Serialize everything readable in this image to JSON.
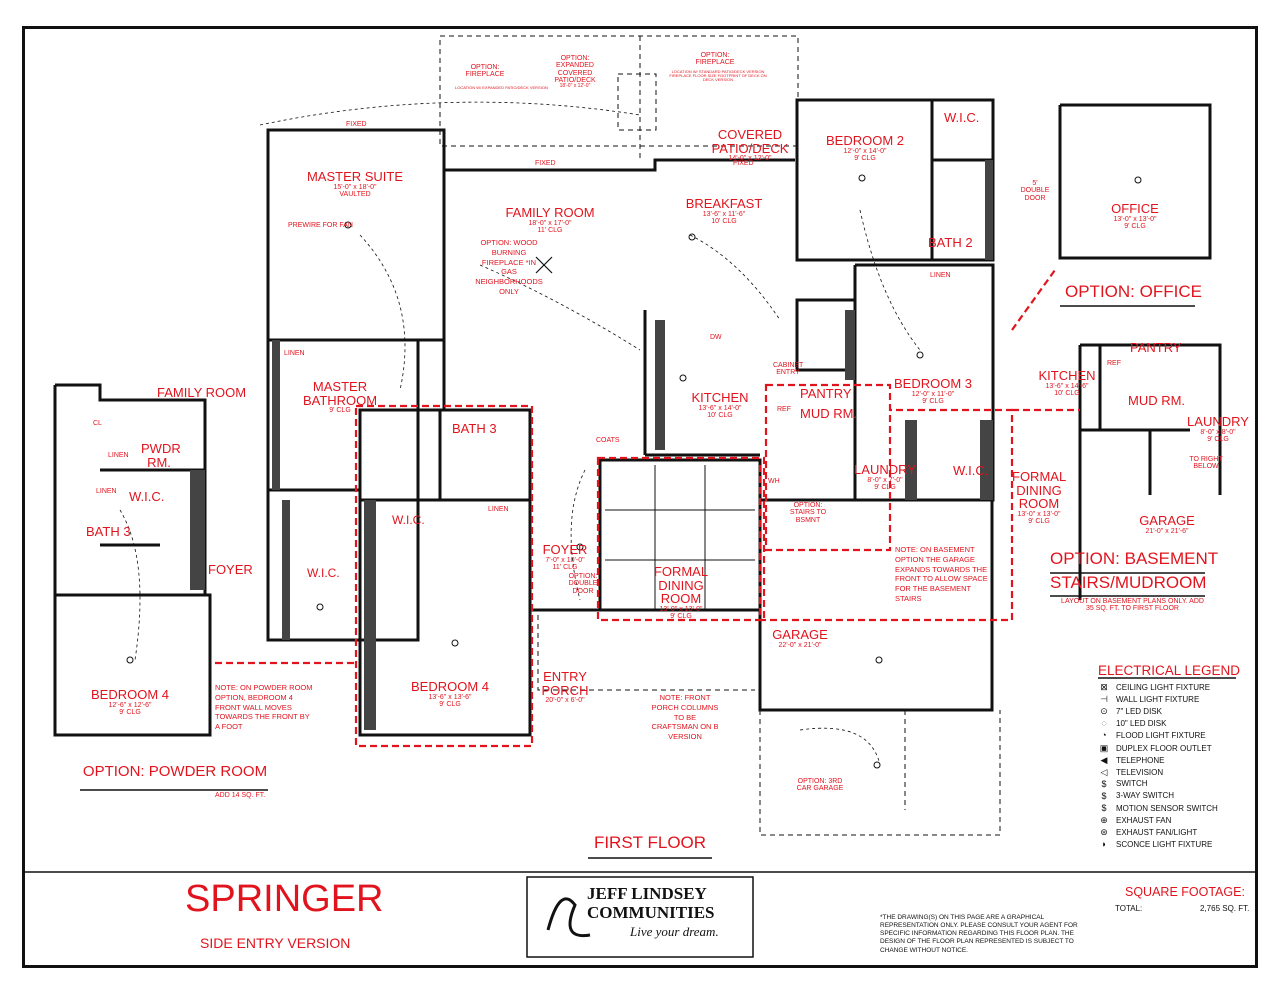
{
  "plan": {
    "model_name": "SPRINGER",
    "version": "SIDE ENTRY VERSION",
    "floor_title": "FIRST FLOOR"
  },
  "rooms": {
    "master_suite": {
      "name": "MASTER SUITE",
      "dim": "15'-0\" x 18'-0\"",
      "ceiling": "VAULTED"
    },
    "prewire_fan": "PREWIRE FOR FAN",
    "family_room": {
      "name": "FAMILY ROOM",
      "dim": "18'-0\" x 17'-0\"",
      "ceiling": "11' CLG"
    },
    "fireplace_note": "OPTION: WOOD BURNING FIREPLACE *IN GAS NEIGHBORHOODS ONLY",
    "breakfast": {
      "name": "BREAKFAST",
      "dim": "13'-6\" x 11'-6\"",
      "ceiling": "10' CLG"
    },
    "covered_patio": {
      "name": "COVERED PATIO/DECK",
      "dim": "14'-0\" x 12'-0\""
    },
    "bedroom2": {
      "name": "BEDROOM 2",
      "dim": "12'-0\" x 14'-0\"",
      "ceiling": "9' CLG"
    },
    "bath2": "BATH 2",
    "wic": "W.I.C.",
    "linen": "LINEN",
    "master_bathroom": {
      "name": "MASTER BATHROOM",
      "ceiling": "9' CLG"
    },
    "bath3": "BATH 3",
    "kitchen": {
      "name": "KITCHEN",
      "dim": "13'-6\" x 14'-0\"",
      "ceiling": "10' CLG"
    },
    "pantry": "PANTRY",
    "mud_rm": "MUD RM.",
    "laundry": {
      "name": "LAUNDRY",
      "dim": "8'-0\" x 7'-0\"",
      "ceiling": "9' CLG"
    },
    "bedroom3": {
      "name": "BEDROOM 3",
      "dim": "12'-0\" x 11'-0\"",
      "ceiling": "9' CLG"
    },
    "foyer": {
      "name": "FOYER",
      "dim": "7'-0\" x 10'-0\"",
      "ceiling": "11' CLG"
    },
    "formal_dining": {
      "name": "FORMAL DINING ROOM",
      "dim": "13'-0\" x 13'-0\"",
      "ceiling": "9' CLG"
    },
    "bedroom4": {
      "name": "BEDROOM 4",
      "dim": "13'-6\" x 13'-6\"",
      "ceiling": "9' CLG"
    },
    "entry_porch": {
      "name": "ENTRY PORCH",
      "dim": "20'-0\" x 6'-0\""
    },
    "garage": {
      "name": "GARAGE",
      "dim": "22'-0\" x 21'-0\""
    },
    "coats": "COATS",
    "cabinet_entry": "CABINET ENTRY",
    "ref": "REF",
    "dw": "DW",
    "cl": "CL",
    "fixed": "FIXED",
    "wh": "WH",
    "option_double_door": "OPTION: DOUBLE DOOR",
    "option_stairs": "OPTION: STAIRS TO BSMNT"
  },
  "options": {
    "fireplace_left": "OPTION: FIREPLACE",
    "fireplace_left_sub": "LOCATION W/ EXPANDED PATIO/DECK VERSION",
    "expanded_patio": "OPTION: EXPANDED COVERED PATIO/DECK",
    "expanded_patio_dim": "18'-0\" x 12'-0\"",
    "fireplace_right": "OPTION: FIREPLACE",
    "fireplace_right_sub": "LOCATION W/ STANDARD PATIO/DECK VERSION FIREPLACE FLOOR SIZE FOOTPRINT OF DECK ON DECK VERSION",
    "office_title": "OPTION: OFFICE",
    "office": {
      "name": "OFFICE",
      "dim": "13'-0\" x 13'-0\"",
      "ceiling": "9' CLG"
    },
    "office_door": "5' DOUBLE DOOR",
    "basement_title_1": "OPTION: BASEMENT",
    "basement_title_2": "STAIRS/MUDROOM",
    "basement_note": "LAYOUT ON BASEMENT PLANS ONLY. ADD 35 SQ. FT. TO FIRST FLOOR",
    "b_kitchen": {
      "name": "KITCHEN",
      "dim": "13'-6\" x 14'-6\"",
      "ceiling": "10' CLG"
    },
    "b_pantry": "PANTRY",
    "b_mud": "MUD RM.",
    "b_laundry": {
      "name": "LAUNDRY",
      "dim": "8'-0\" x 8'-0\"",
      "ceiling": "9' CLG"
    },
    "b_stairs": "TO RIGHT BELOW",
    "b_garage": {
      "name": "GARAGE",
      "dim": "21'-0\" x 21'-6\""
    },
    "b_formal_dining": {
      "name": "FORMAL DINING ROOM",
      "dim": "13'-0\" x 13'-0\"",
      "ceiling": "9' CLG"
    },
    "powder_title": "OPTION: POWDER ROOM",
    "powder_sub": "ADD 14 SQ. FT.",
    "p_family": "FAMILY ROOM",
    "p_pwdr": "PWDR RM.",
    "p_linen": "LINEN",
    "p_wic": "W.I.C.",
    "p_bath3": "BATH 3",
    "p_foyer": "FOYER",
    "p_bedroom4": {
      "name": "BEDROOM 4",
      "dim": "12'-6\" x 12'-6\"",
      "ceiling": "9' CLG"
    },
    "third_car": "OPTION: 3RD CAR GARAGE",
    "garage_note": "NOTE: ON BASEMENT OPTION THE GARAGE EXPANDS TOWARDS THE FRONT TO ALLOW SPACE FOR THE BASEMENT STAIRS",
    "powder_note": "NOTE: ON POWDER ROOM OPTION, BEDROOM 4 FRONT WALL MOVES TOWARDS THE FRONT BY A FOOT",
    "porch_note": "NOTE: FRONT PORCH COLUMNS TO BE CRAFTSMAN ON B VERSION"
  },
  "legend": {
    "title": "ELECTRICAL LEGEND",
    "items": [
      {
        "icon": "ceiling-light",
        "label": "CEILING LIGHT FIXTURE"
      },
      {
        "icon": "wall-light",
        "label": "WALL LIGHT FIXTURE"
      },
      {
        "icon": "led-7",
        "label": "7\" LED DISK"
      },
      {
        "icon": "led-10",
        "label": "10\" LED DISK"
      },
      {
        "icon": "flood-light",
        "label": "FLOOD LIGHT FIXTURE"
      },
      {
        "icon": "floor-outlet",
        "label": "DUPLEX FLOOR OUTLET"
      },
      {
        "icon": "telephone",
        "label": "TELEPHONE"
      },
      {
        "icon": "television",
        "label": "TELEVISION"
      },
      {
        "icon": "switch",
        "label": "SWITCH"
      },
      {
        "icon": "three-way-switch",
        "label": "3-WAY SWITCH"
      },
      {
        "icon": "motion-switch",
        "label": "MOTION SENSOR SWITCH"
      },
      {
        "icon": "exhaust-fan",
        "label": "EXHAUST FAN"
      },
      {
        "icon": "exhaust-fan-light",
        "label": "EXHAUST FAN/LIGHT"
      },
      {
        "icon": "sconce",
        "label": "SCONCE LIGHT FIXTURE"
      }
    ]
  },
  "footer": {
    "brand_line1": "JEFF LINDSEY",
    "brand_line2": "COMMUNITIES",
    "tagline": "Live your dream.",
    "disclaimer": "*THE DRAWING(S) ON THIS PAGE ARE A GRAPHICAL REPRESENTATION ONLY. PLEASE CONSULT YOUR AGENT FOR SPECIFIC INFORMATION REGARDING THIS FLOOR PLAN. THE DESIGN OF THE FLOOR PLAN REPRESENTED IS SUBJECT TO CHANGE WITHOUT NOTICE.",
    "sqft_title": "SQUARE FOOTAGE:",
    "total_label": "TOTAL:",
    "total_value": "2,765 SQ. FT."
  },
  "colors": {
    "accent": "#e1141e",
    "wall": "#111111",
    "dashed": "#e1141e"
  }
}
